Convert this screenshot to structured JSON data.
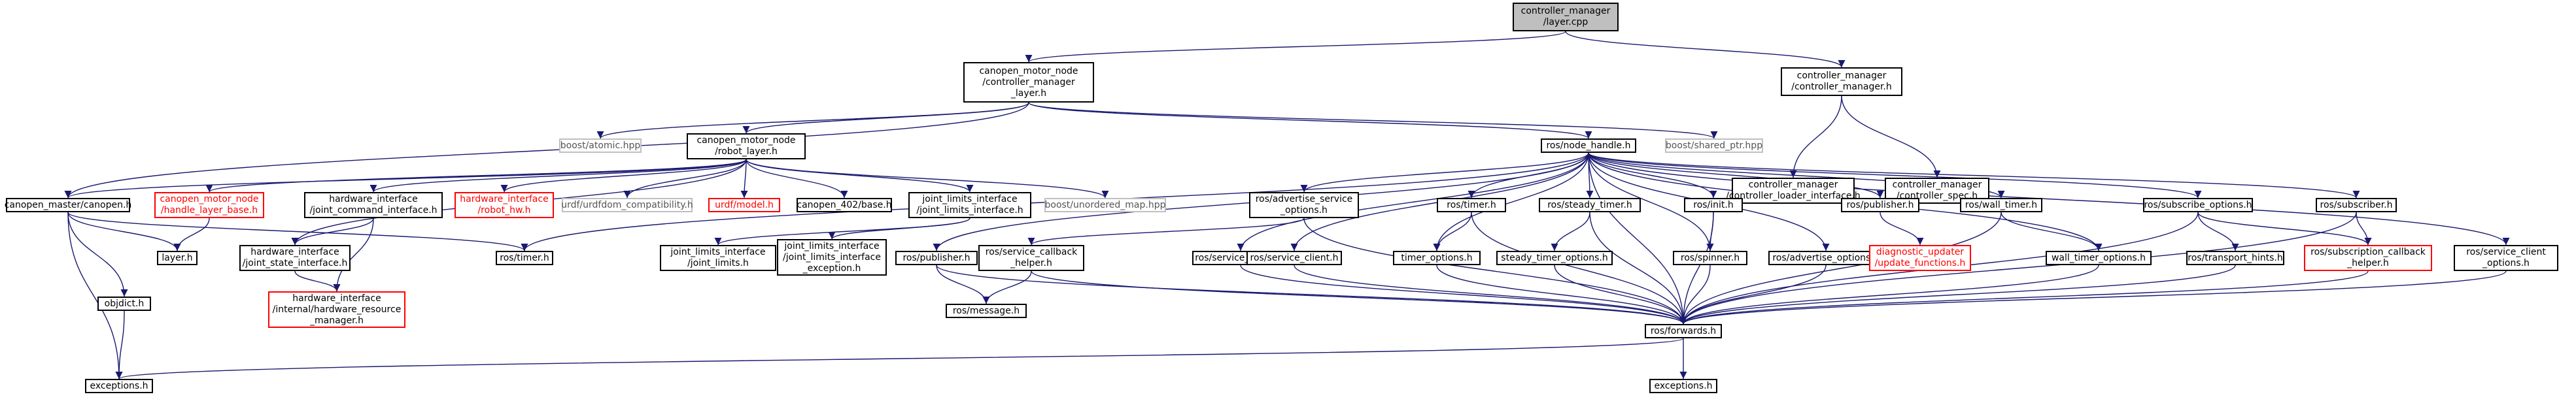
{
  "colors": {
    "edge": "#191970",
    "root_fill": "#bfbfbf",
    "border": "#000000",
    "missing_border": "#bfbfbf",
    "red_border": "#ff0000"
  },
  "nodes": [
    {
      "id": "root",
      "label": "controller_manager\n/layer.cpp",
      "style": "root"
    },
    {
      "id": "cmn_layer",
      "label": "canopen_motor_node\n/controller_manager\n_layer.h",
      "style": "normal"
    },
    {
      "id": "cm_h",
      "label": "controller_manager\n/controller_manager.h",
      "style": "normal"
    },
    {
      "id": "boost_atomic",
      "label": "boost/atomic.hpp",
      "style": "missing"
    },
    {
      "id": "robot_layer",
      "label": "canopen_motor_node\n/robot_layer.h",
      "style": "normal"
    },
    {
      "id": "node_handle",
      "label": "ros/node_handle.h",
      "style": "normal"
    },
    {
      "id": "shared_ptr",
      "label": "boost/shared_ptr.hpp",
      "style": "missing"
    },
    {
      "id": "cli",
      "label": "controller_manager\n/controller_loader_interface.h",
      "style": "normal"
    },
    {
      "id": "cspec",
      "label": "controller_manager\n/controller_spec.h",
      "style": "normal"
    },
    {
      "id": "canopen_h",
      "label": "canopen_master/canopen.h",
      "style": "normal"
    },
    {
      "id": "hlb",
      "label": "canopen_motor_node\n/handle_layer_base.h",
      "style": "missing-red"
    },
    {
      "id": "jci",
      "label": "hardware_interface\n/joint_command_interface.h",
      "style": "normal"
    },
    {
      "id": "robot_hw",
      "label": "hardware_interface\n/robot_hw.h",
      "style": "missing-red"
    },
    {
      "id": "urdf_compat",
      "label": "urdf/urdfdom_compatibility.h",
      "style": "missing"
    },
    {
      "id": "urdf_model",
      "label": "urdf/model.h",
      "style": "missing-red"
    },
    {
      "id": "c402",
      "label": "canopen_402/base.h",
      "style": "normal"
    },
    {
      "id": "jli",
      "label": "joint_limits_interface\n/joint_limits_interface.h",
      "style": "normal"
    },
    {
      "id": "umap",
      "label": "boost/unordered_map.hpp",
      "style": "missing"
    },
    {
      "id": "adv_srv_opt",
      "label": "ros/advertise_service\n_options.h",
      "style": "normal"
    },
    {
      "id": "ros_timer",
      "label": "ros/timer.h",
      "style": "normal"
    },
    {
      "id": "steady_timer",
      "label": "ros/steady_timer.h",
      "style": "normal"
    },
    {
      "id": "ros_init",
      "label": "ros/init.h",
      "style": "normal"
    },
    {
      "id": "ros_pub",
      "label": "ros/publisher.h",
      "style": "normal"
    },
    {
      "id": "wall_timer",
      "label": "ros/wall_timer.h",
      "style": "normal"
    },
    {
      "id": "sub_opt",
      "label": "ros/subscribe_options.h",
      "style": "normal"
    },
    {
      "id": "subscriber",
      "label": "ros/subscriber.h",
      "style": "normal"
    },
    {
      "id": "layer_h",
      "label": "layer.h",
      "style": "normal"
    },
    {
      "id": "jsi",
      "label": "hardware_interface\n/joint_state_interface.h",
      "style": "normal"
    },
    {
      "id": "timer_h",
      "label": "ros/timer.h",
      "style": "normal"
    },
    {
      "id": "jl_h",
      "label": "joint_limits_interface\n/joint_limits.h",
      "style": "normal"
    },
    {
      "id": "jli_exc",
      "label": "joint_limits_interface\n/joint_limits_interface\n_exception.h",
      "style": "normal"
    },
    {
      "id": "pub2",
      "label": "ros/publisher.h",
      "style": "normal"
    },
    {
      "id": "scb",
      "label": "ros/service_callback\n_helper.h",
      "style": "normal"
    },
    {
      "id": "srv_server",
      "label": "ros/service_server.h",
      "style": "normal"
    },
    {
      "id": "srv_client",
      "label": "ros/service_client.h",
      "style": "normal"
    },
    {
      "id": "timer_opt",
      "label": "timer_options.h",
      "style": "normal"
    },
    {
      "id": "steady_opt",
      "label": "steady_timer_options.h",
      "style": "normal"
    },
    {
      "id": "spinner",
      "label": "ros/spinner.h",
      "style": "normal"
    },
    {
      "id": "adv_opt",
      "label": "ros/advertise_options.h",
      "style": "normal"
    },
    {
      "id": "diag",
      "label": "diagnostic_updater\n/update_functions.h",
      "style": "missing-red"
    },
    {
      "id": "wall_opt",
      "label": "wall_timer_options.h",
      "style": "normal"
    },
    {
      "id": "transport",
      "label": "ros/transport_hints.h",
      "style": "normal"
    },
    {
      "id": "sub_cb",
      "label": "ros/subscription_callback\n_helper.h",
      "style": "red"
    },
    {
      "id": "srv_cli_opt",
      "label": "ros/service_client\n_options.h",
      "style": "normal"
    },
    {
      "id": "objdict",
      "label": "objdict.h",
      "style": "normal"
    },
    {
      "id": "hw_rm",
      "label": "hardware_interface\n/internal/hardware_resource\n_manager.h",
      "style": "red"
    },
    {
      "id": "message",
      "label": "ros/message.h",
      "style": "normal"
    },
    {
      "id": "forwards",
      "label": "ros/forwards.h",
      "style": "normal"
    },
    {
      "id": "exc1",
      "label": "exceptions.h",
      "style": "normal"
    },
    {
      "id": "exc2",
      "label": "exceptions.h",
      "style": "normal"
    }
  ],
  "edges": [
    [
      "root",
      "cmn_layer"
    ],
    [
      "root",
      "cm_h"
    ],
    [
      "cm_h",
      "cli"
    ],
    [
      "cm_h",
      "cspec"
    ],
    [
      "cmn_layer",
      "boost_atomic"
    ],
    [
      "cmn_layer",
      "robot_layer"
    ],
    [
      "cmn_layer",
      "node_handle"
    ],
    [
      "cmn_layer",
      "shared_ptr"
    ],
    [
      "cmn_layer",
      "canopen_h"
    ],
    [
      "robot_layer",
      "canopen_h"
    ],
    [
      "robot_layer",
      "hlb"
    ],
    [
      "robot_layer",
      "jci"
    ],
    [
      "robot_layer",
      "robot_hw"
    ],
    [
      "robot_layer",
      "urdf_compat"
    ],
    [
      "robot_layer",
      "urdf_model"
    ],
    [
      "robot_layer",
      "c402"
    ],
    [
      "robot_layer",
      "jli"
    ],
    [
      "robot_layer",
      "umap"
    ],
    [
      "robot_layer",
      "jsi"
    ],
    [
      "node_handle",
      "adv_srv_opt"
    ],
    [
      "node_handle",
      "ros_timer"
    ],
    [
      "node_handle",
      "steady_timer"
    ],
    [
      "node_handle",
      "ros_init"
    ],
    [
      "node_handle",
      "ros_pub"
    ],
    [
      "node_handle",
      "wall_timer"
    ],
    [
      "node_handle",
      "sub_opt"
    ],
    [
      "node_handle",
      "subscriber"
    ],
    [
      "node_handle",
      "pub2"
    ],
    [
      "node_handle",
      "srv_server"
    ],
    [
      "node_handle",
      "srv_client"
    ],
    [
      "node_handle",
      "spinner"
    ],
    [
      "node_handle",
      "adv_opt"
    ],
    [
      "node_handle",
      "srv_cli_opt"
    ],
    [
      "node_handle",
      "forwards"
    ],
    [
      "node_handle",
      "timer_h"
    ],
    [
      "node_handle",
      "wall_opt"
    ],
    [
      "node_handle",
      "timer_opt"
    ],
    [
      "canopen_h",
      "layer_h"
    ],
    [
      "canopen_h",
      "timer_h"
    ],
    [
      "canopen_h",
      "objdict"
    ],
    [
      "canopen_h",
      "exc1"
    ],
    [
      "hlb",
      "layer_h"
    ],
    [
      "jci",
      "jsi"
    ],
    [
      "jci",
      "hw_rm"
    ],
    [
      "jsi",
      "hw_rm"
    ],
    [
      "jli",
      "jl_h"
    ],
    [
      "jli",
      "jli_exc"
    ],
    [
      "adv_srv_opt",
      "scb"
    ],
    [
      "adv_srv_opt",
      "forwards"
    ],
    [
      "ros_timer",
      "timer_opt"
    ],
    [
      "ros_timer",
      "forwards"
    ],
    [
      "steady_timer",
      "steady_opt"
    ],
    [
      "steady_timer",
      "forwards"
    ],
    [
      "ros_init",
      "spinner"
    ],
    [
      "ros_init",
      "forwards"
    ],
    [
      "ros_pub",
      "diag"
    ],
    [
      "wall_timer",
      "wall_opt"
    ],
    [
      "wall_timer",
      "forwards"
    ],
    [
      "sub_opt",
      "transport"
    ],
    [
      "sub_opt",
      "sub_cb"
    ],
    [
      "sub_opt",
      "forwards"
    ],
    [
      "subscriber",
      "sub_cb"
    ],
    [
      "subscriber",
      "forwards"
    ],
    [
      "pub2",
      "message"
    ],
    [
      "pub2",
      "forwards"
    ],
    [
      "scb",
      "message"
    ],
    [
      "scb",
      "forwards"
    ],
    [
      "srv_server",
      "forwards"
    ],
    [
      "srv_client",
      "forwards"
    ],
    [
      "timer_opt",
      "forwards"
    ],
    [
      "steady_opt",
      "forwards"
    ],
    [
      "spinner",
      "forwards"
    ],
    [
      "adv_opt",
      "forwards"
    ],
    [
      "wall_opt",
      "forwards"
    ],
    [
      "transport",
      "forwards"
    ],
    [
      "sub_cb",
      "forwards"
    ],
    [
      "srv_cli_opt",
      "forwards"
    ],
    [
      "forwards",
      "exc1"
    ],
    [
      "forwards",
      "exc2"
    ],
    [
      "objdict",
      "exc1"
    ]
  ]
}
